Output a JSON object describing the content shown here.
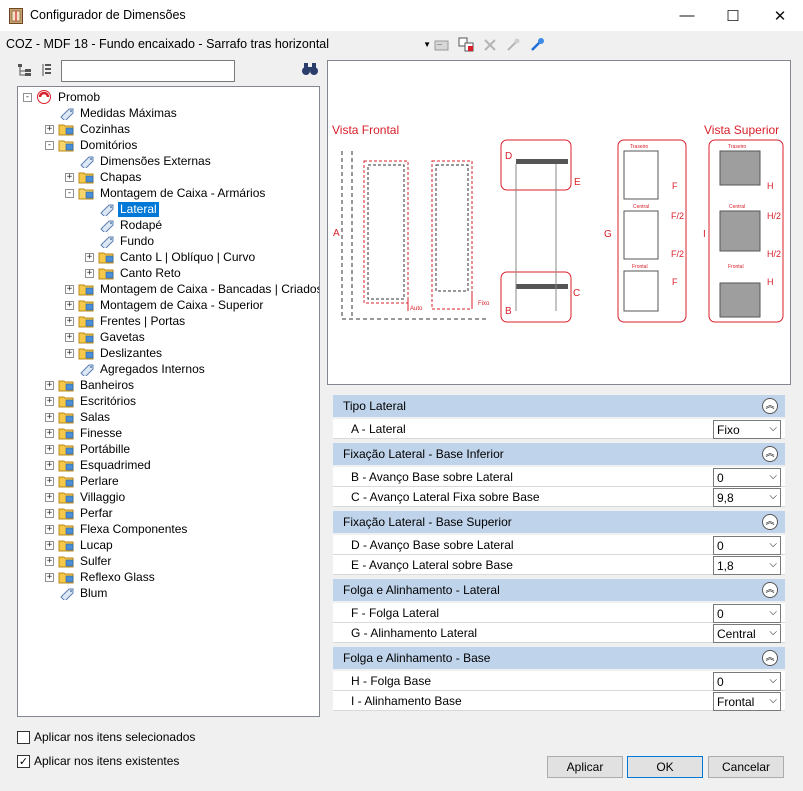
{
  "window": {
    "title": "Configurador de Dimensões",
    "minimize": "—",
    "maximize": "☐",
    "close": "✕"
  },
  "toolbar": {
    "item_name": "COZ - MDF 18 - Fundo encaixado - Sarrafo tras horizontal"
  },
  "search": {
    "value": ""
  },
  "tree": [
    {
      "label": "Promob",
      "depth": 0,
      "exp": "-",
      "icon": "promob-logo-icon"
    },
    {
      "label": "Medidas Máximas",
      "depth": 1,
      "exp": "",
      "icon": "tag-icon"
    },
    {
      "label": "Cozinhas",
      "depth": 1,
      "exp": "+",
      "icon": "folder-icon"
    },
    {
      "label": "Domitórios",
      "depth": 1,
      "exp": "-",
      "icon": "folder-open-icon"
    },
    {
      "label": "Dimensões Externas",
      "depth": 2,
      "exp": "",
      "icon": "tag-icon"
    },
    {
      "label": "Chapas",
      "depth": 2,
      "exp": "+",
      "icon": "folder-icon"
    },
    {
      "label": "Montagem de Caixa - Armários",
      "depth": 2,
      "exp": "-",
      "icon": "folder-open-icon"
    },
    {
      "label": "Lateral",
      "depth": 3,
      "exp": "",
      "icon": "tag-icon",
      "selected": true
    },
    {
      "label": "Rodapé",
      "depth": 3,
      "exp": "",
      "icon": "tag-icon"
    },
    {
      "label": "Fundo",
      "depth": 3,
      "exp": "",
      "icon": "tag-icon"
    },
    {
      "label": "Canto L | Oblíquo | Curvo",
      "depth": 3,
      "exp": "+",
      "icon": "folder-icon"
    },
    {
      "label": "Canto Reto",
      "depth": 3,
      "exp": "+",
      "icon": "folder-icon"
    },
    {
      "label": "Montagem de Caixa - Bancadas | Criados",
      "depth": 2,
      "exp": "+",
      "icon": "folder-icon"
    },
    {
      "label": "Montagem de Caixa - Superior",
      "depth": 2,
      "exp": "+",
      "icon": "folder-icon"
    },
    {
      "label": "Frentes | Portas",
      "depth": 2,
      "exp": "+",
      "icon": "folder-icon"
    },
    {
      "label": "Gavetas",
      "depth": 2,
      "exp": "+",
      "icon": "folder-icon"
    },
    {
      "label": "Deslizantes",
      "depth": 2,
      "exp": "+",
      "icon": "folder-icon"
    },
    {
      "label": "Agregados Internos",
      "depth": 2,
      "exp": "",
      "icon": "tag-icon"
    },
    {
      "label": "Banheiros",
      "depth": 1,
      "exp": "+",
      "icon": "folder-icon"
    },
    {
      "label": "Escritórios",
      "depth": 1,
      "exp": "+",
      "icon": "folder-icon"
    },
    {
      "label": "Salas",
      "depth": 1,
      "exp": "+",
      "icon": "folder-icon"
    },
    {
      "label": "Finesse",
      "depth": 1,
      "exp": "+",
      "icon": "folder-icon"
    },
    {
      "label": "Portábille",
      "depth": 1,
      "exp": "+",
      "icon": "folder-icon"
    },
    {
      "label": "Esquadrimed",
      "depth": 1,
      "exp": "+",
      "icon": "folder-icon"
    },
    {
      "label": "Perlare",
      "depth": 1,
      "exp": "+",
      "icon": "folder-icon"
    },
    {
      "label": "Villaggio",
      "depth": 1,
      "exp": "+",
      "icon": "folder-icon"
    },
    {
      "label": "Perfar",
      "depth": 1,
      "exp": "+",
      "icon": "folder-icon"
    },
    {
      "label": "Flexa Componentes",
      "depth": 1,
      "exp": "+",
      "icon": "folder-icon"
    },
    {
      "label": "Lucap",
      "depth": 1,
      "exp": "+",
      "icon": "folder-icon"
    },
    {
      "label": "Sulfer",
      "depth": 1,
      "exp": "+",
      "icon": "folder-icon"
    },
    {
      "label": "Reflexo Glass",
      "depth": 1,
      "exp": "+",
      "icon": "folder-icon"
    },
    {
      "label": "Blum",
      "depth": 1,
      "exp": "",
      "icon": "tag-icon"
    }
  ],
  "options": {
    "apply_selected": {
      "label": "Aplicar nos itens selecionados",
      "checked": false
    },
    "apply_existing": {
      "label": "Aplicar nos itens existentes",
      "checked": true,
      "mark": "✓"
    }
  },
  "preview": {
    "vista_frontal": "Vista Frontal",
    "vista_superior": "Vista Superior",
    "label_a": "A",
    "label_b": "B",
    "label_c": "C",
    "label_d": "D",
    "label_e": "E",
    "label_f": "F",
    "label_f2": "F/2",
    "label_g": "G",
    "label_h": "H",
    "label_h2": "H/2",
    "label_i": "I",
    "auto": "Auto",
    "fixo": "Fixo",
    "traseiro": "Traseiro",
    "central": "Central",
    "frontal": "Frontal"
  },
  "sections": [
    {
      "title": "Tipo Lateral",
      "collapse": "︽",
      "props": [
        {
          "label": "A - Lateral",
          "value": "Fixo"
        }
      ]
    },
    {
      "title": "Fixação Lateral - Base Inferior",
      "collapse": "︽",
      "props": [
        {
          "label": "B - Avanço Base sobre Lateral",
          "value": "0"
        },
        {
          "label": "C - Avanço Lateral Fixa sobre Base",
          "value": "9,8"
        }
      ]
    },
    {
      "title": "Fixação Lateral - Base Superior",
      "collapse": "︽",
      "props": [
        {
          "label": "D - Avanço Base sobre Lateral",
          "value": "0"
        },
        {
          "label": "E - Avanço Lateral sobre Base",
          "value": "1,8"
        }
      ]
    },
    {
      "title": "Folga e Alinhamento -  Lateral",
      "collapse": "︽",
      "props": [
        {
          "label": "F - Folga Lateral",
          "value": "0"
        },
        {
          "label": "G - Alinhamento Lateral",
          "value": "Central"
        }
      ]
    },
    {
      "title": "Folga e Alinhamento - Base",
      "collapse": "︽",
      "props": [
        {
          "label": "H - Folga Base",
          "value": "0"
        },
        {
          "label": "I - Alinhamento Base",
          "value": "Frontal"
        }
      ]
    }
  ],
  "buttons": {
    "apply": "Aplicar",
    "ok": "OK",
    "cancel": "Cancelar"
  },
  "colors": {
    "accent": "#0078d7",
    "section": "#bfd3ea",
    "drawing_red": "#d9202a"
  }
}
